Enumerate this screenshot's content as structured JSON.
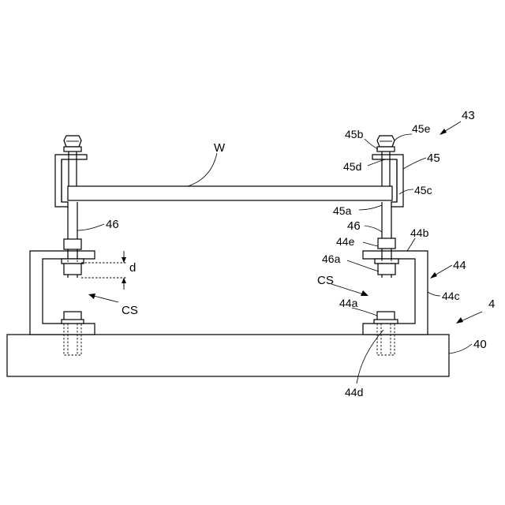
{
  "labels": {
    "l43": "43",
    "l45e": "45e",
    "l45b": "45b",
    "l45": "45",
    "l45d": "45d",
    "lW": "W",
    "l45c": "45c",
    "l45a": "45a",
    "l46_left": "46",
    "l46_right": "46",
    "l44b": "44b",
    "l44e": "44e",
    "l44": "44",
    "l46a": "46a",
    "ld": "d",
    "lCS_left": "CS",
    "lCS_right": "CS",
    "l44c": "44c",
    "l44a": "44a",
    "l4": "4",
    "l40": "40",
    "l44d": "44d"
  }
}
